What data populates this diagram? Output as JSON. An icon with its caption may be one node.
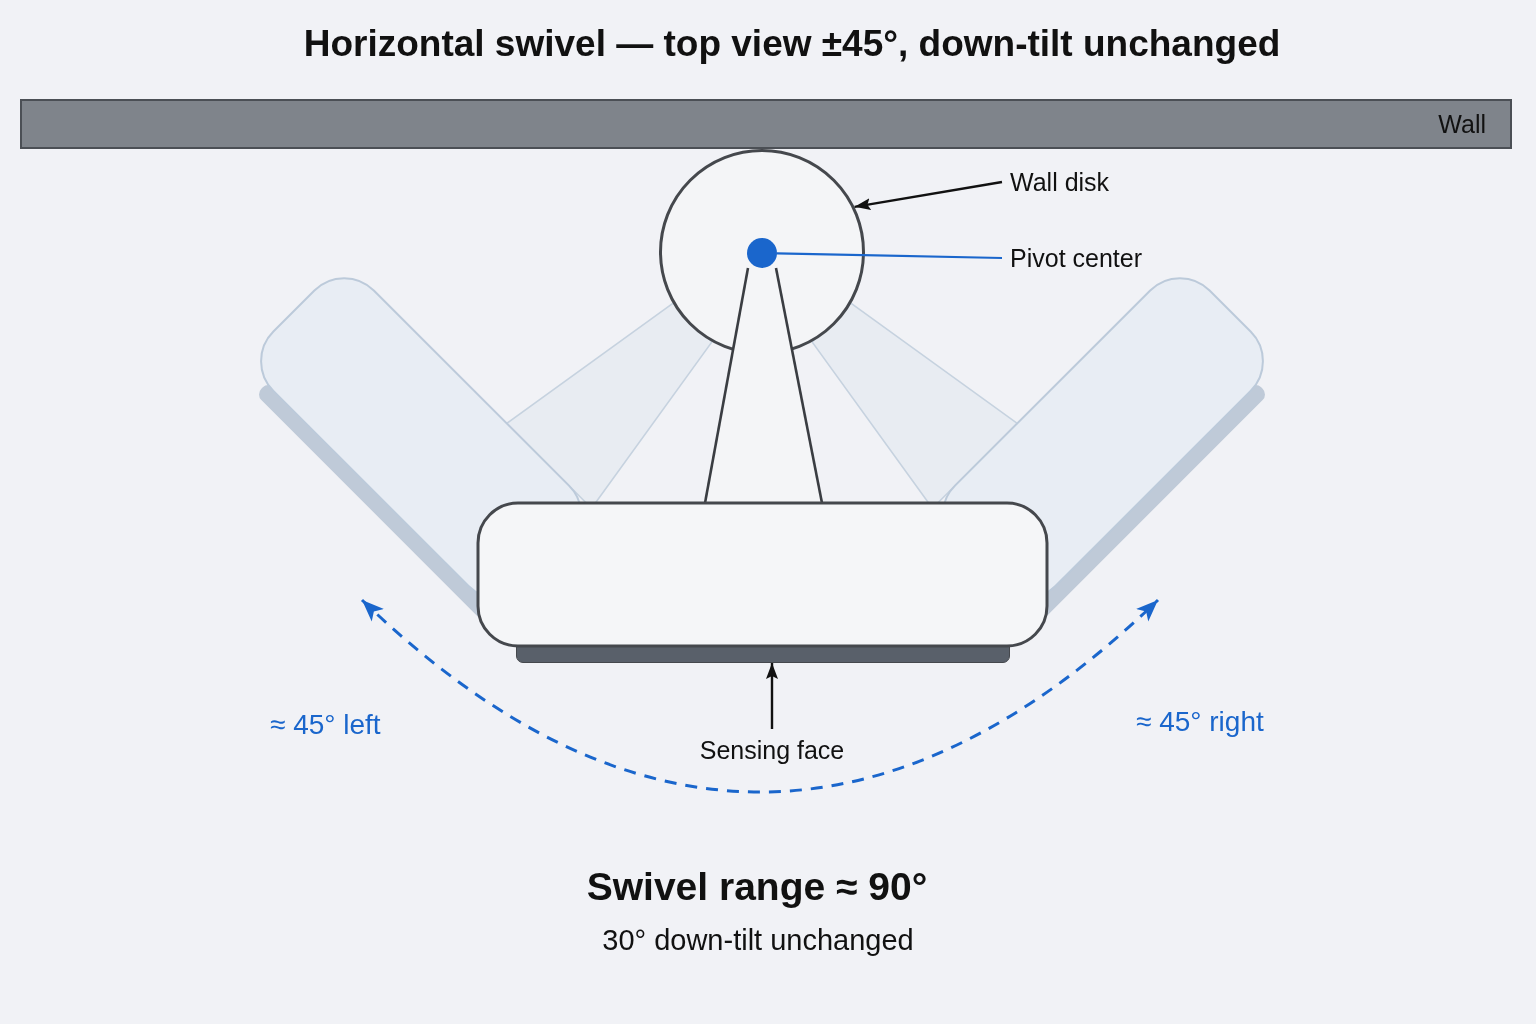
{
  "diagram": {
    "title": "Horizontal swivel — top view ±45°, down-tilt unchanged",
    "nodes": [
      {
        "text": [
          "Wall"
        ]
      },
      {
        "text": [],
        "shape": "circle"
      },
      {
        "text": [],
        "shape": "circle",
        "in": 1
      },
      {
        "text": [
          "Wall disk"
        ]
      },
      {
        "text": [
          "Pivot center"
        ]
      },
      {
        "text": [],
        "shape": "bar"
      },
      {
        "text": [
          "Sensing face"
        ]
      }
    ],
    "edges": [
      {
        "from": 3,
        "to": 1,
        "arrow": "to"
      },
      {
        "from": 4,
        "to": 2,
        "arrow": "none",
        "color": "#1a66cc"
      },
      {
        "from": 6,
        "to": 5,
        "arrow": "to"
      }
    ],
    "labels": [
      "≈ 45° left",
      "≈ 45° right",
      "Swivel range ≈ 90°",
      "30° down-tilt unchanged"
    ]
  }
}
